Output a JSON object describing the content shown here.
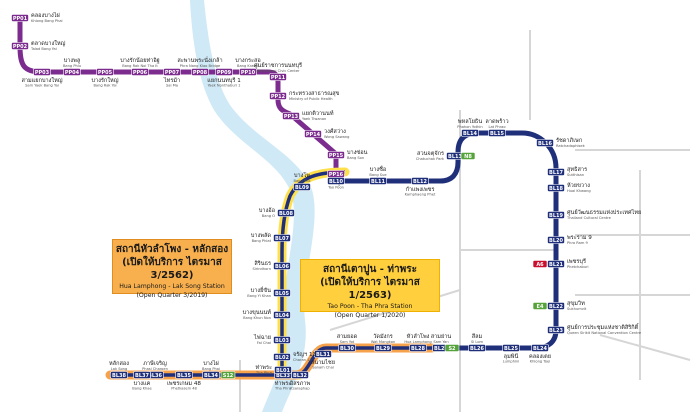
{
  "colors": {
    "purple": "#7b2c8e",
    "blue": "#1f2f7a",
    "yellow": "#ffe04a",
    "orange": "#f6a24a",
    "green": "#55a33a",
    "red": "#c8102e",
    "river": "#cfe9f6",
    "grey_line": "#d3d3d3"
  },
  "stations": [
    {
      "id": "PP01",
      "code": "PP01",
      "th": "คลองบางไผ่",
      "en": "Khlong Bang Phai",
      "line": "purple",
      "lp": "r"
    },
    {
      "id": "PP02",
      "code": "PP02",
      "th": "ตลาดบางใหญ่",
      "en": "Talad Bang Yai",
      "line": "purple",
      "lp": "r"
    },
    {
      "id": "PP03",
      "code": "PP03",
      "th": "สามแยกบางใหญ่",
      "en": "Sam Yaek Bang Yai",
      "line": "purple",
      "lp": "b"
    },
    {
      "id": "PP04",
      "code": "PP04",
      "th": "บางพลู",
      "en": "Bang Phlu",
      "line": "purple",
      "lp": "t"
    },
    {
      "id": "PP05",
      "code": "PP05",
      "th": "บางรักใหญ่",
      "en": "Bang Rak Yai",
      "line": "purple",
      "lp": "b"
    },
    {
      "id": "PP06",
      "code": "PP06",
      "th": "บางรักน้อยท่าอิฐ",
      "en": "Bang Rak Noi Tha It",
      "line": "purple",
      "lp": "t"
    },
    {
      "id": "PP07",
      "code": "PP07",
      "th": "ไทรม้า",
      "en": "Sai Ma",
      "line": "purple",
      "lp": "b"
    },
    {
      "id": "PP08",
      "code": "PP08",
      "th": "สะพานพระนั่งเกล้า",
      "en": "Phra Nang Klao Bridge",
      "line": "purple",
      "lp": "t"
    },
    {
      "id": "PP09",
      "code": "PP09",
      "th": "แยกนนทบุรี 1",
      "en": "Yaek Nonthaburi 1",
      "line": "purple",
      "lp": "b"
    },
    {
      "id": "PP10",
      "code": "PP10",
      "th": "บางกระสอ",
      "en": "Bang Krasor",
      "line": "purple",
      "lp": "t"
    },
    {
      "id": "PP11",
      "code": "PP11",
      "th": "ศูนย์ราชการนนทบุรี",
      "en": "Nonthaburi Civic Center",
      "line": "purple",
      "lp": "t"
    },
    {
      "id": "PP12",
      "code": "PP12",
      "th": "กระทรวงสาธารณสุข",
      "en": "Ministry of Public Health",
      "line": "purple",
      "lp": "r"
    },
    {
      "id": "PP13",
      "code": "PP13",
      "th": "แยกติวานนท์",
      "en": "Yaek Tiwanon",
      "line": "purple",
      "lp": "r"
    },
    {
      "id": "PP14",
      "code": "PP14",
      "th": "วงศ์สว่าง",
      "en": "Wong Sawang",
      "line": "purple",
      "lp": "r"
    },
    {
      "id": "PP15",
      "code": "PP15",
      "th": "บางซ่อน",
      "en": "Bang Son",
      "line": "purple",
      "lp": "r"
    },
    {
      "id": "PP16",
      "code": "PP16",
      "th": "เตาปูน",
      "en": "Tao Poon",
      "line": "purple",
      "lp": "b"
    },
    {
      "id": "BL10",
      "code": "BL10",
      "th": "",
      "en": "",
      "line": "blue",
      "lp": "none"
    },
    {
      "id": "BL11",
      "code": "BL11",
      "th": "บางซื่อ",
      "en": "Bang Sue",
      "line": "blue",
      "lp": "t"
    },
    {
      "id": "BL12",
      "code": "BL12",
      "th": "กำแพงเพชร",
      "en": "Kamphaeng Phet",
      "line": "blue",
      "lp": "b"
    },
    {
      "id": "BL13",
      "code": "BL13",
      "th": "สวนจตุจักร",
      "en": "Chatuchak Park",
      "line": "blue",
      "lp": "l"
    },
    {
      "id": "BL14",
      "code": "BL14",
      "th": "พหลโยธิน",
      "en": "Phahon Yothin",
      "line": "blue",
      "lp": "t"
    },
    {
      "id": "BL15",
      "code": "BL15",
      "th": "ลาดพร้าว",
      "en": "Lat Phrao",
      "line": "blue",
      "lp": "t"
    },
    {
      "id": "BL16",
      "code": "BL16",
      "th": "รัชดาภิเษก",
      "en": "Ratchadaphisek",
      "line": "blue",
      "lp": "r"
    },
    {
      "id": "BL17",
      "code": "BL17",
      "th": "สุทธิสาร",
      "en": "Sutthisan",
      "line": "blue",
      "lp": "r"
    },
    {
      "id": "BL18",
      "code": "BL18",
      "th": "ห้วยขวาง",
      "en": "Huai Khwang",
      "line": "blue",
      "lp": "r"
    },
    {
      "id": "BL19",
      "code": "BL19",
      "th": "ศูนย์วัฒนธรรมแห่งประเทศไทย",
      "en": "Thailand Cultural Centre",
      "line": "blue",
      "lp": "r"
    },
    {
      "id": "BL20",
      "code": "BL20",
      "th": "พระราม 9",
      "en": "Phra Ram 9",
      "line": "blue",
      "lp": "r"
    },
    {
      "id": "BL21",
      "code": "BL21",
      "th": "เพชรบุรี",
      "en": "Phetchaburi",
      "line": "blue",
      "lp": "r"
    },
    {
      "id": "BL22",
      "code": "BL22",
      "th": "สุขุมวิท",
      "en": "Sukhumvit",
      "line": "blue",
      "lp": "r"
    },
    {
      "id": "BL23",
      "code": "BL23",
      "th": "ศูนย์การประชุมแห่งชาติสิริกิติ์",
      "en": "Queen Sirikit National Convention Centre",
      "line": "blue",
      "lp": "r"
    },
    {
      "id": "BL24",
      "code": "BL24",
      "th": "คลองเตย",
      "en": "Khlong Toei",
      "line": "blue",
      "lp": "b"
    },
    {
      "id": "BL25",
      "code": "BL25",
      "th": "ลุมพินี",
      "en": "Lumphini",
      "line": "blue",
      "lp": "b"
    },
    {
      "id": "BL26",
      "code": "BL26",
      "th": "สีลม",
      "en": "Si Lom",
      "line": "blue",
      "lp": "t"
    },
    {
      "id": "BL27",
      "code": "BL27",
      "th": "สามย่าน",
      "en": "Sam Yan",
      "line": "blue",
      "lp": "t"
    },
    {
      "id": "BL28",
      "code": "BL28",
      "th": "หัวลำโพง",
      "en": "Hua Lamphong",
      "line": "orange",
      "lp": "t"
    },
    {
      "id": "BL29",
      "code": "BL29",
      "th": "วัดมังกร",
      "en": "Wat Mangkon",
      "line": "orange",
      "lp": "t"
    },
    {
      "id": "BL30",
      "code": "BL30",
      "th": "สามยอด",
      "en": "Sam Yot",
      "line": "orange",
      "lp": "t"
    },
    {
      "id": "BL31",
      "code": "BL31",
      "th": "สนามไชย",
      "en": "Sanam Chai",
      "line": "orange",
      "lp": "b"
    },
    {
      "id": "BL32",
      "code": "BL32",
      "th": "อิสรภาพ",
      "en": "Itsaraphap",
      "line": "orange",
      "lp": "b"
    },
    {
      "id": "BL33",
      "code": "BL33",
      "th": "ท่าพระ",
      "en": "Tha Phra",
      "line": "orange",
      "lp": "b"
    },
    {
      "id": "BL34",
      "code": "BL34",
      "th": "บางไผ่",
      "en": "Bang Phai",
      "line": "orange",
      "lp": "t"
    },
    {
      "id": "BL35",
      "code": "BL35",
      "th": "เพชรเกษม 48",
      "en": "Phetkasem 48",
      "line": "orange",
      "lp": "b"
    },
    {
      "id": "BL36",
      "code": "BL36",
      "th": "ภาษีเจริญ",
      "en": "Phasi Charoen",
      "line": "orange",
      "lp": "t"
    },
    {
      "id": "BL37",
      "code": "BL37",
      "th": "บางแค",
      "en": "Bang Khae",
      "line": "orange",
      "lp": "b"
    },
    {
      "id": "BL38",
      "code": "BL38",
      "th": "หลักสอง",
      "en": "Lak Song",
      "line": "orange",
      "lp": "t"
    },
    {
      "id": "BL01",
      "code": "BL01",
      "th": "ท่าพระ",
      "en": "Tha Phra",
      "line": "yellow",
      "lp": "l"
    },
    {
      "id": "BL02",
      "code": "BL02",
      "th": "จรัญฯ 13",
      "en": "Charan 13",
      "line": "yellow",
      "lp": "r"
    },
    {
      "id": "BL03",
      "code": "BL03",
      "th": "ไฟฉาย",
      "en": "Fai Chai",
      "line": "yellow",
      "lp": "l"
    },
    {
      "id": "BL04",
      "code": "BL04",
      "th": "บางขุนนนท์",
      "en": "Bang Khun Non",
      "line": "yellow",
      "lp": "l"
    },
    {
      "id": "BL05",
      "code": "BL05",
      "th": "บางยี่ขัน",
      "en": "Bang Yi Khan",
      "line": "yellow",
      "lp": "l"
    },
    {
      "id": "BL06",
      "code": "BL06",
      "th": "สิรินธร",
      "en": "Sirindhorn",
      "line": "yellow",
      "lp": "l"
    },
    {
      "id": "BL07",
      "code": "BL07",
      "th": "บางพลัด",
      "en": "Bang Phlat",
      "line": "yellow",
      "lp": "l"
    },
    {
      "id": "BL08",
      "code": "BL08",
      "th": "บางอ้อ",
      "en": "Bang O",
      "line": "yellow",
      "lp": "l"
    },
    {
      "id": "BL09",
      "code": "BL09",
      "th": "บางโพ",
      "en": "Bang Pho",
      "line": "yellow",
      "lp": "t"
    }
  ],
  "interchanges": [
    {
      "id": "N8",
      "code": "N8",
      "color": "green"
    },
    {
      "id": "A6",
      "code": "A6",
      "color": "red"
    },
    {
      "id": "E4",
      "code": "E4",
      "color": "green"
    },
    {
      "id": "S12",
      "code": "S12",
      "color": "green"
    },
    {
      "id": "S2",
      "code": "S2",
      "color": "green"
    }
  ],
  "callouts": {
    "left": {
      "th1": "สถานีหัวลำโพง - หลักสอง",
      "th2": "(เปิดให้บริการ ไตรมาส 3/2562)",
      "en1": "Hua Lamphong - Lak Song Station",
      "en2": "(Open Quarter 3/2019)"
    },
    "right": {
      "th1": "สถานีเตาปูน - ท่าพระ",
      "th2": "(เปิดให้บริการ ไตรมาส 1/2563)",
      "en1": "Tao Poon - Tha Phra Station",
      "en2": "(Open Quarter 1/2020)"
    }
  }
}
